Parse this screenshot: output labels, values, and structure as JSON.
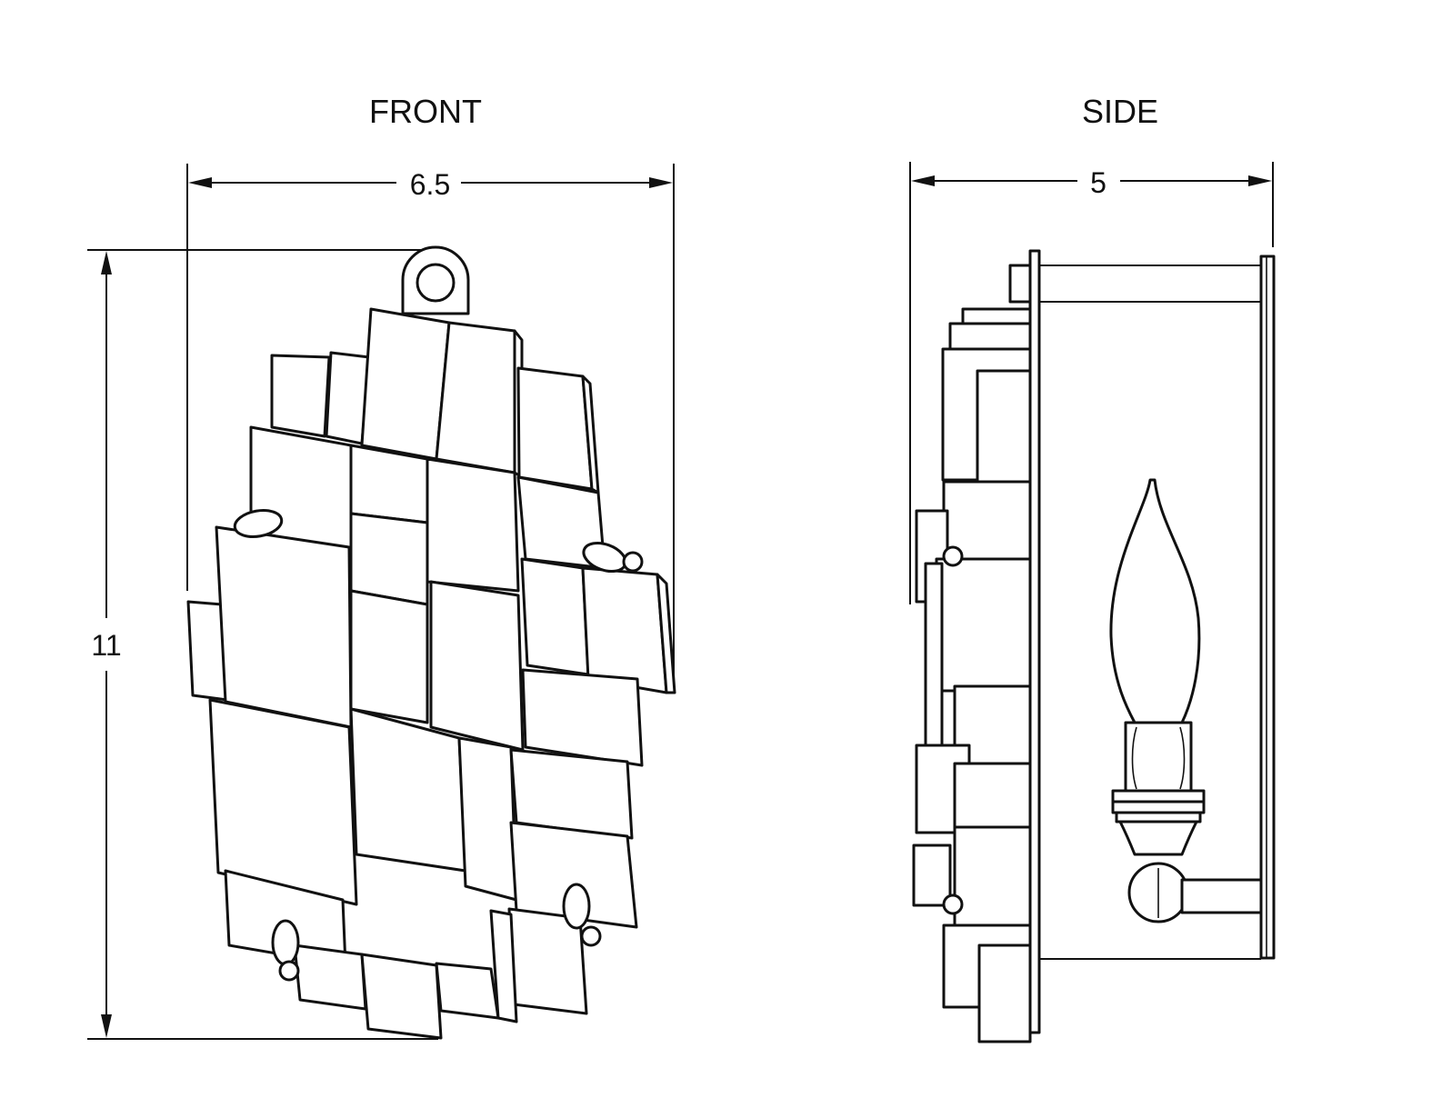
{
  "views": {
    "front": {
      "title": "FRONT",
      "width_label": "6.5",
      "height_label": "11"
    },
    "side": {
      "title": "SIDE",
      "depth_label": "5"
    }
  },
  "colors": {
    "line": "#111111",
    "background": "#ffffff"
  }
}
